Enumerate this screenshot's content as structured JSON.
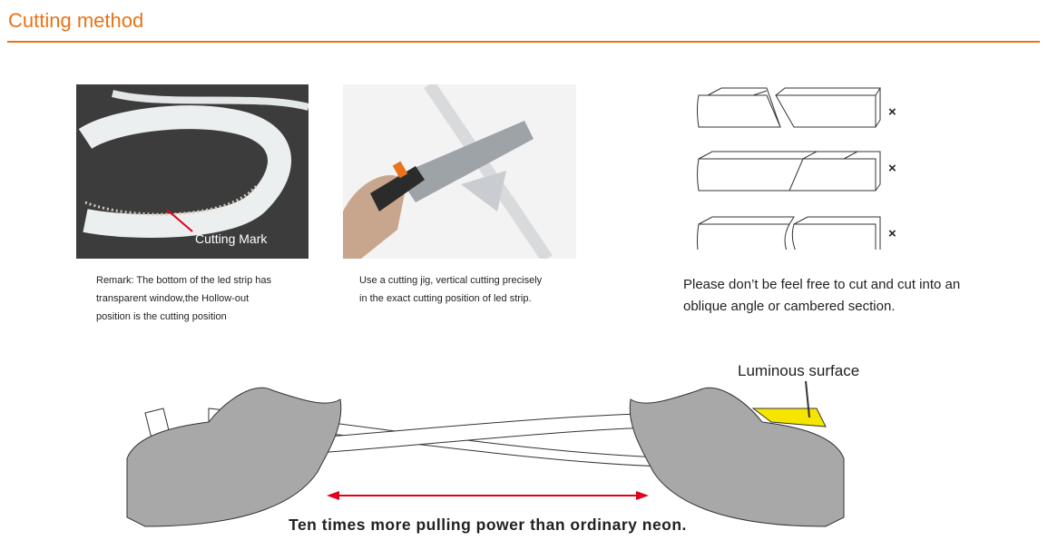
{
  "header": {
    "title": "Cutting method",
    "accent_color": "#e8731a"
  },
  "photos": [
    {
      "label": "Cutting Mark",
      "caption_lines": [
        "Remark: The bottom of the led strip has",
        "transparent window,the Hollow-out",
        "position is the cutting position"
      ]
    },
    {
      "caption_lines": [
        "Use a cutting jig, vertical cutting precisely",
        "in the exact cutting position of led strip."
      ]
    }
  ],
  "wrong_cuts": {
    "marks": [
      "×",
      "×",
      "×"
    ],
    "note_lines": [
      "Please don’t be feel free to cut and cut into an",
      "oblique angle or cambered section."
    ]
  },
  "pulling": {
    "surface_label": "Luminous surface",
    "caption": "Ten times more pulling power than ordinary neon.",
    "arrow_color": "#e0001a",
    "surface_color": "#f5e500"
  }
}
